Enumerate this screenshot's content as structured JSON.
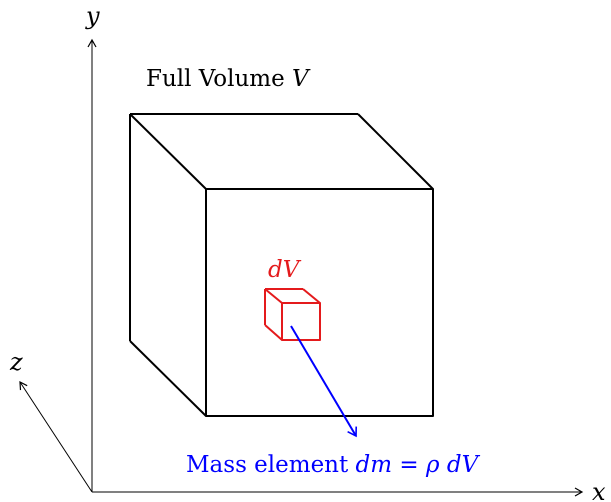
{
  "axes": {
    "x_label": "x",
    "y_label": "y",
    "z_label": "z"
  },
  "labels": {
    "full_volume_text": "Full Volume ",
    "full_volume_symbol": "V",
    "small_volume_label": "dV",
    "mass_element_text": "Mass element ",
    "mass_element_lhs": "dm",
    "mass_element_equals": " = ",
    "mass_element_rho": "ρ",
    "mass_element_dv": "dV"
  },
  "colors": {
    "axes": "#000000",
    "large_cube": "#000000",
    "small_cube": "#e41a1c",
    "mass_annotation": "#0000ff"
  }
}
